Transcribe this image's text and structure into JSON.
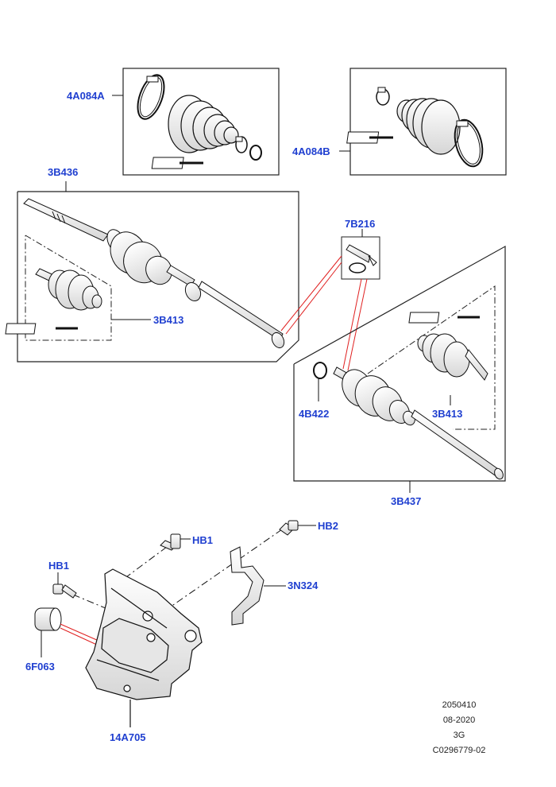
{
  "colors": {
    "callout": "#1f3fd0",
    "line": "#111111",
    "leader_red": "#e02020",
    "part_fill": "#f3f3f3",
    "part_shade": "#cfcfcf",
    "box_border": "#222222"
  },
  "callouts": {
    "kit_4A084A": "4A084A",
    "kit_4A084B": "4A084B",
    "shaft_3B436": "3B436",
    "joint_3B413_left": "3B413",
    "grease_7B216": "7B216",
    "circlip_4B422": "4B422",
    "joint_3B413_right": "3B413",
    "shaft_3B437": "3B437",
    "bolt_HB1_top": "HB1",
    "bolt_HB2": "HB2",
    "bolt_HB1_left": "HB1",
    "bracket_3N324": "3N324",
    "bushing_6F063": "6F063",
    "housing_14A705": "14A705"
  },
  "footer": {
    "line1": "2050410",
    "line2": "08-2020",
    "line3": "3G",
    "line4": "C0296779-02"
  }
}
